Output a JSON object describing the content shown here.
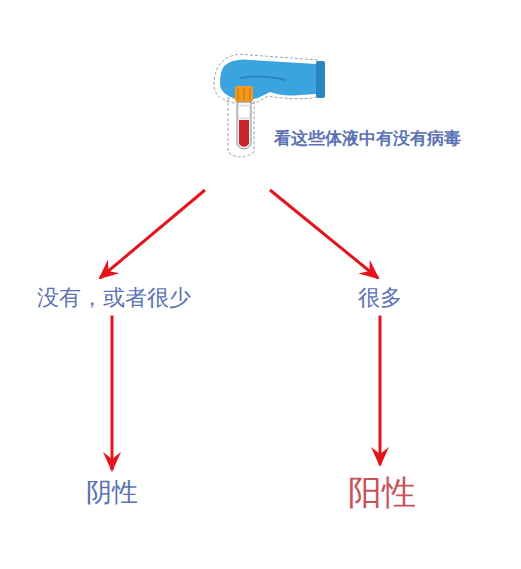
{
  "diagram": {
    "nodes": [
      {
        "text": [
          "看这些体液中有没有病毒"
        ]
      },
      {
        "text": [
          "没有，或者很少"
        ]
      },
      {
        "text": [
          "很多"
        ]
      },
      {
        "text": [
          "阴性"
        ]
      },
      {
        "text": [
          "阳性"
        ]
      }
    ],
    "edges": [
      {
        "from": 0,
        "to": 1,
        "arrow": "to"
      },
      {
        "from": 0,
        "to": 2,
        "arrow": "to"
      },
      {
        "from": 1,
        "to": 3,
        "arrow": "to"
      },
      {
        "from": 2,
        "to": 4,
        "arrow": "to"
      }
    ]
  }
}
